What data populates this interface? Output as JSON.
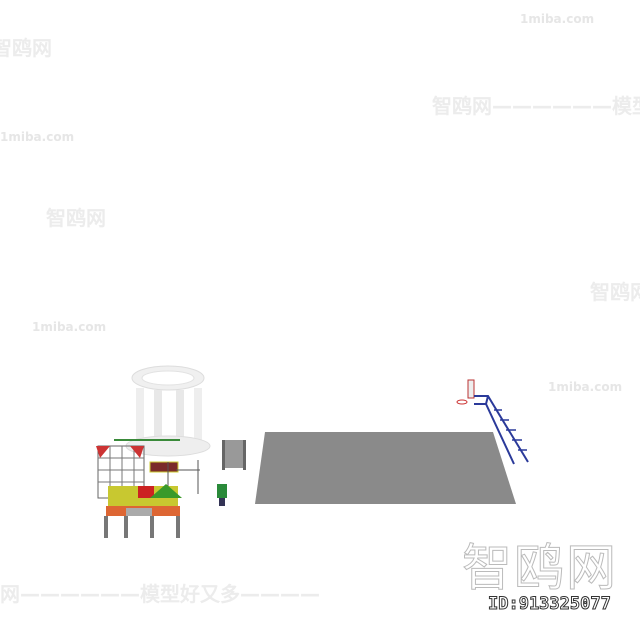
{
  "watermarks": {
    "site": "1miba.com",
    "brand": "智鸥网",
    "slogan": "模型好又多",
    "long_text": "智鸥网——————模型好又",
    "bottom_text": "网——————模型好又多————"
  },
  "logo": "智鸥网",
  "model_id": "ID:913325077",
  "colors": {
    "ground": "#8a8a8a",
    "ladder": "#2b3a9a",
    "gazebo": "#eeeeee"
  }
}
